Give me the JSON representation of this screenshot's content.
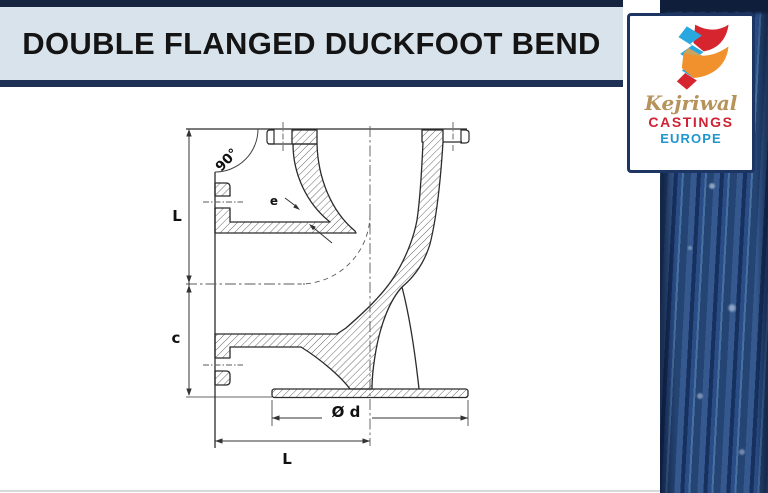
{
  "slide": {
    "title": "DOUBLE FLANGED DUCKFOOT BEND"
  },
  "logo": {
    "script_name": "Kejriwal",
    "company_line": "CASTINGS",
    "region_line": "EUROPE"
  },
  "drawing": {
    "labels": {
      "angle": "90°",
      "wall_thickness": "e",
      "height_face_to_center": "L",
      "height_center_to_base": "c",
      "base_diameter": "Ø d",
      "length_face_to_center": "L"
    }
  },
  "colors": {
    "banner": "#d9e3ec",
    "rule_navy": "#1e3054",
    "strip_blue": "#2b4c86",
    "logo_gold": "#b5935a",
    "logo_red": "#cf2233",
    "logo_cyan": "#2096cf"
  }
}
